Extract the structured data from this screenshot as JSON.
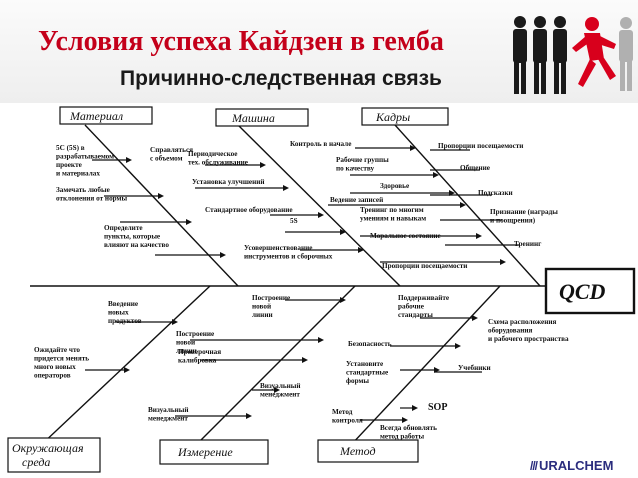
{
  "header": {
    "title": "Условия успеха Кайдзен в гемба",
    "subtitle": "Причинно-следственная связь"
  },
  "diagram": {
    "effect": "QCD",
    "categories": {
      "material": "Материал",
      "machine": "Машина",
      "personnel": "Кадры",
      "environment": [
        "Окружающая",
        "среда"
      ],
      "measurement": "Измерение",
      "method": "Метод"
    },
    "causes": {
      "material": [
        [
          "5С (5S) в",
          "разрабатываемом",
          "проекте",
          "и материалах"
        ],
        [
          "Справляться",
          "с объемом"
        ],
        [
          "Замечать любые",
          "отклонения от нормы"
        ],
        [
          "Определите",
          "пункты, которые",
          "влияют на качество"
        ]
      ],
      "machine": [
        [
          "Периодическое",
          "тех. обслуживание"
        ],
        [
          "Установка улучшений"
        ],
        [
          "Стандартное оборудование"
        ],
        [
          "5S"
        ],
        [
          "Усовершенствование",
          "инструментов и сборочных"
        ]
      ],
      "personnel": [
        [
          "Контроль в начале"
        ],
        [
          "Рабочие группы",
          "по качеству"
        ],
        [
          "Здоровье"
        ],
        [
          "Ведение записей"
        ],
        [
          "Тренинг по многим",
          "умениям и навыкам"
        ],
        [
          "Моральное состояние"
        ],
        [
          "Пропорции посещаемости"
        ],
        [
          "Пропорции посещаемости"
        ],
        [
          "Общение"
        ],
        [
          "Подсказки"
        ],
        [
          "Признание (награды",
          "и поощрения)"
        ],
        [
          "Тренинг"
        ]
      ],
      "environment": [
        [
          "Введение",
          "новых",
          "продуктов"
        ],
        [
          "Ожидайте что",
          "придется менять",
          "много новых",
          "операторов"
        ]
      ],
      "measurement": [
        [
          "Построение",
          "новой",
          "линии"
        ],
        [
          "Построение",
          "новой",
          "линии"
        ],
        [
          "Проверочная",
          "калибровка"
        ],
        [
          "Визуальный",
          "менеджмент"
        ],
        [
          "Визуальный",
          "менеджмент"
        ]
      ],
      "method": [
        [
          "Поддерживайте",
          "рабочие",
          "стандарты"
        ],
        [
          "Схема расположения",
          "оборудования",
          "и рабочего пространства"
        ],
        [
          "Безопасность"
        ],
        [
          "Установите",
          "стандартные",
          "формы"
        ],
        [
          "Учебники"
        ],
        [
          "SOP"
        ],
        [
          "Метод",
          "контроля"
        ],
        [
          "Всегда обновлять",
          "метод работы"
        ]
      ]
    }
  },
  "brand": {
    "mark": "///",
    "name": "URALCHEM"
  }
}
